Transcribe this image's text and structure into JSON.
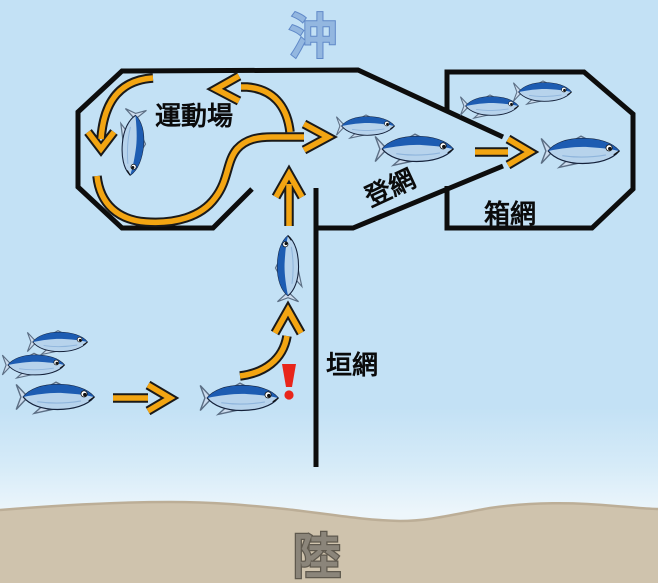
{
  "labels": {
    "offshore": "沖",
    "land": "陸",
    "exercise_area": "運動場",
    "climbing_net": "登網",
    "box_net": "箱網",
    "fence_net": "垣網"
  },
  "annotations": {
    "surprise_mark": "!"
  },
  "fish_groups": [
    {
      "area": "approaching-school",
      "count": 3,
      "direction": "right"
    },
    {
      "area": "at-fence-net",
      "count": 1,
      "direction": "right"
    },
    {
      "area": "fence-corridor",
      "count": 1,
      "direction": "up"
    },
    {
      "area": "exercise-area",
      "count": 1,
      "direction": "down"
    },
    {
      "area": "climbing-net",
      "count": 2,
      "direction": "right"
    },
    {
      "area": "box-net",
      "count": 3,
      "direction": "right"
    }
  ],
  "arrows": [
    {
      "name": "school-forward-arrow",
      "direction": "right"
    },
    {
      "name": "fence-turn-up-arrow",
      "direction": "up"
    },
    {
      "name": "entrance-up-arrow",
      "direction": "up"
    },
    {
      "name": "exercise-swim-arrow",
      "direction": "right"
    },
    {
      "name": "loop-back-arrow",
      "direction": "left"
    },
    {
      "name": "circulation-arrow",
      "direction": "down"
    },
    {
      "name": "box-entry-arrow",
      "direction": "right"
    }
  ],
  "colors": {
    "water": "#c3e1f5",
    "water_pale": "#edf6fb",
    "sand": "#cfc3ad",
    "sand_edge": "#bcae97",
    "net_line": "#0d0d0d",
    "arrow_yellow": "#f3a512",
    "arrow_outline": "#1a1a1a",
    "fish_back": "#1d5cb2",
    "fish_belly": "#b7d3ec",
    "fish_fin": "#ccdcee",
    "offshore_fill": "#93b7e0",
    "offshore_stroke": "#6089c8",
    "land_fill": "#8b857a",
    "land_stroke": "#5f594e",
    "alert_red": "#e8251a"
  }
}
